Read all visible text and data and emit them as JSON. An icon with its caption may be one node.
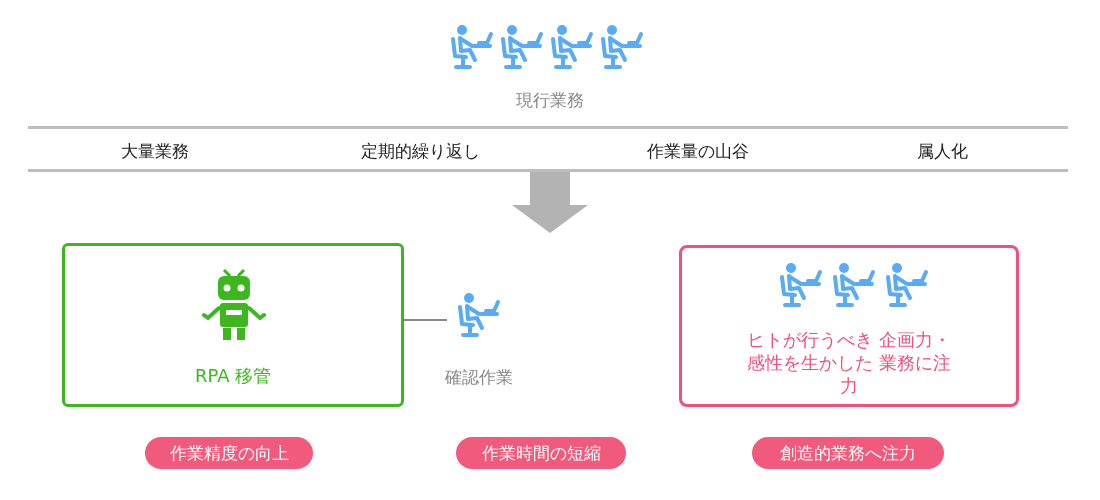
{
  "diagram": {
    "nodes": [
      {
        "text": [
          "大量業務",
          "定期的繰り返し",
          "作業量の山谷",
          "属人化"
        ]
      },
      {
        "text": [
          "RPA 移管"
        ]
      },
      {
        "text": [
          "確認作業"
        ]
      },
      {
        "text": [
          "ヒトが行うべき 企画力・感性を生かした 業務に注力"
        ]
      },
      {
        "text": [
          "作業精度の向上"
        ]
      },
      {
        "text": [
          "作業時間の短縮"
        ]
      },
      {
        "text": [
          "創造的業務へ注力"
        ]
      }
    ],
    "edges": [
      {
        "from": 0,
        "to": null,
        "arrow": "to"
      },
      {
        "from": 1,
        "to": 2,
        "arrow": "none"
      }
    ],
    "labels": [
      "現行業務"
    ]
  }
}
